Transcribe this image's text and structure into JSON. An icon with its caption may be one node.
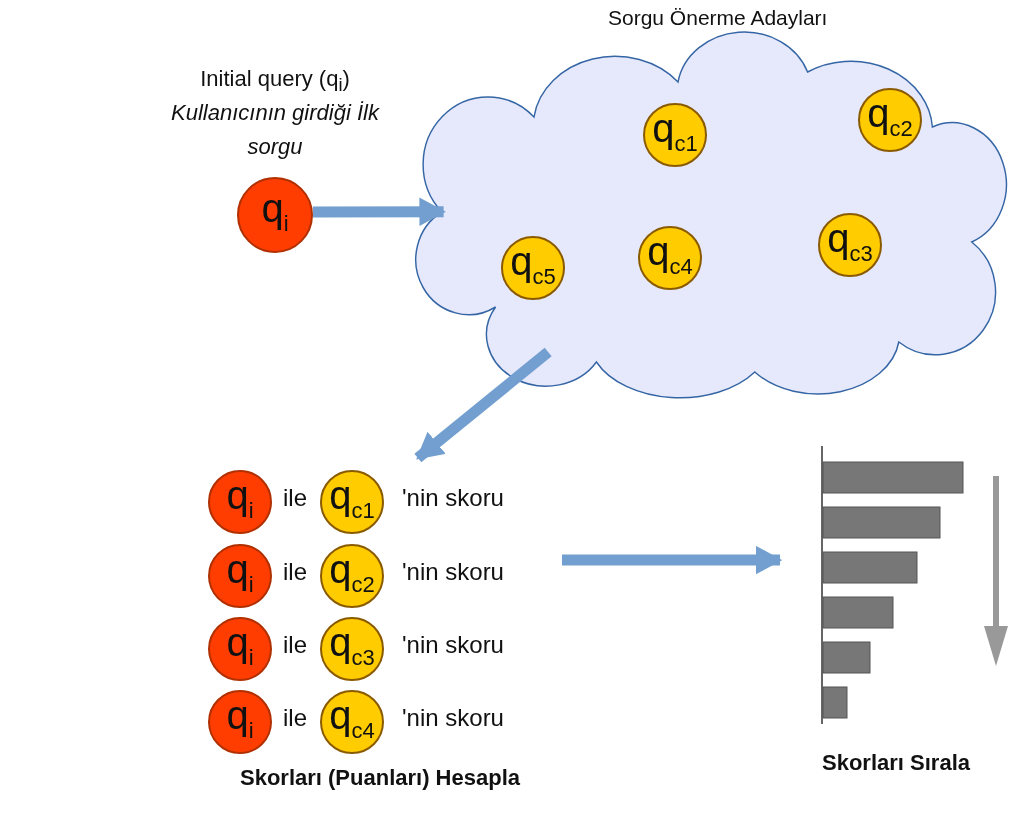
{
  "diagram": {
    "nodes": [
      {
        "text": [
          "q$_{i}$"
        ],
        "beside": [
          "Initial query (q$_{i}$)",
          "Kullanıcının girdiği İlk sorgu"
        ]
      },
      {
        "text": [
          "Sorgu Önerme Adayları"
        ]
      },
      {
        "text": [
          "q$_{c1}$"
        ],
        "in": 1
      },
      {
        "text": [
          "q$_{c2}$"
        ],
        "in": 1
      },
      {
        "text": [
          "q$_{c3}$"
        ],
        "in": 1
      },
      {
        "text": [
          "q$_{c4}$"
        ],
        "in": 1
      },
      {
        "text": [
          "q$_{c5}$"
        ],
        "in": 1
      },
      {
        "text": [
          "Skorları (Puanları) Hesapla"
        ]
      },
      {
        "text": [
          "q$_{i}$"
        ],
        "in": 7
      },
      {
        "text": [
          "q$_{c1}$"
        ],
        "in": 7
      },
      {
        "text": [
          "q$_{i}$"
        ],
        "in": 7
      },
      {
        "text": [
          "q$_{c2}$"
        ],
        "in": 7
      },
      {
        "text": [
          "q$_{i}$"
        ],
        "in": 7
      },
      {
        "text": [
          "q$_{c3}$"
        ],
        "in": 7
      },
      {
        "text": [
          "q$_{i}$"
        ],
        "in": 7
      },
      {
        "text": [
          "q$_{c4}$"
        ],
        "in": 7
      },
      {
        "text": [
          "Skorları Sırala"
        ]
      }
    ],
    "edges": [
      {
        "from": 0,
        "to": 1,
        "arrow": "to"
      },
      {
        "from": 1,
        "to": 7,
        "arrow": "to"
      },
      {
        "from": 7,
        "to": 16,
        "arrow": "to"
      }
    ],
    "labels": [
      "ile",
      "'nin skoru",
      "ile",
      "'nin skoru",
      "ile",
      "'nin skoru",
      "ile",
      "'nin skoru"
    ]
  }
}
